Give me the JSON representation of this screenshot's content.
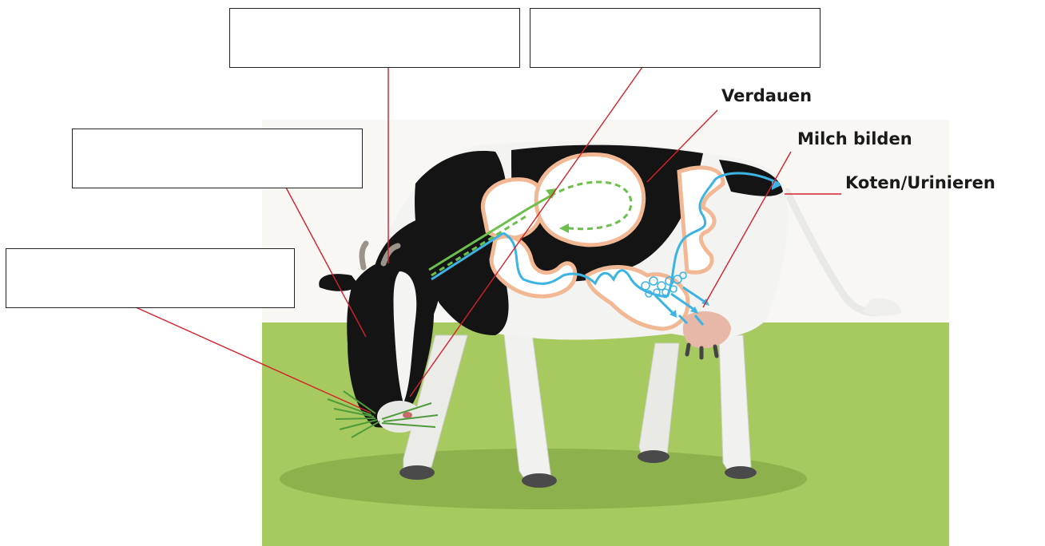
{
  "labels": {
    "digest": "Verdauen",
    "milk": "Milch bilden",
    "excrete": "Koten/Urinieren"
  },
  "answer_boxes": [
    {
      "id": "box-top-left",
      "value": ""
    },
    {
      "id": "box-top-right",
      "value": ""
    },
    {
      "id": "box-middle-left",
      "value": ""
    },
    {
      "id": "box-bottom-left",
      "value": ""
    }
  ],
  "colors": {
    "leader_line": "#d6202a",
    "grass": "#a6ca5f",
    "food_path": "#6cbf4b",
    "digest_path": "#3bb3e3",
    "organ_outline": "#f2b894",
    "cow_black": "#111111",
    "cow_white": "#f4f4f2",
    "udder": "#e7b8a8",
    "background_wall": "#f7f6f1"
  }
}
